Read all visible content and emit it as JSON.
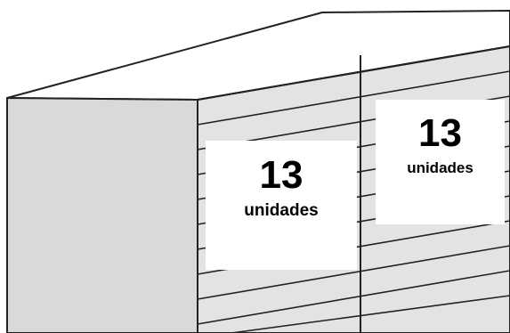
{
  "labels": {
    "left": {
      "number": "13",
      "unit": "unidades"
    },
    "right": {
      "number": "13",
      "unit": "unidades"
    }
  },
  "colors": {
    "stroke": "#222222",
    "side_face": "#d9d9d9",
    "top_face": "#ffffff",
    "front_face": "#e3e3e3",
    "label_bg": "#ffffff"
  }
}
